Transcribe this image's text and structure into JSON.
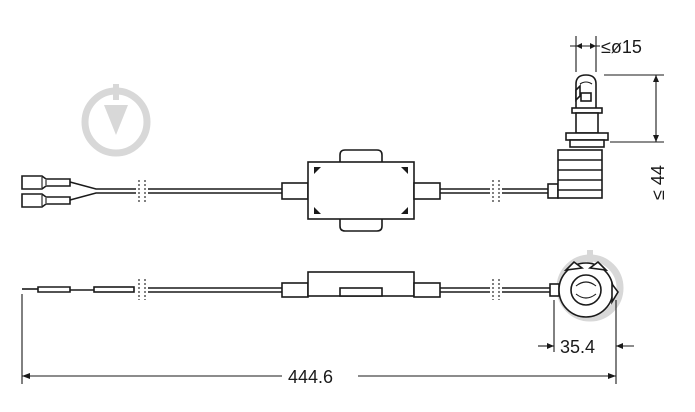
{
  "dimensions": {
    "bulb_diameter": "≤ø15",
    "bulb_height": "≤ 44",
    "base_width": "35.4",
    "total_length": "444.6"
  },
  "colors": {
    "line": "#1a1a1a",
    "watermark": "#d8d8d8",
    "background": "#ffffff"
  },
  "icons": {
    "watermark": "drop-shield-watermark-icon"
  }
}
